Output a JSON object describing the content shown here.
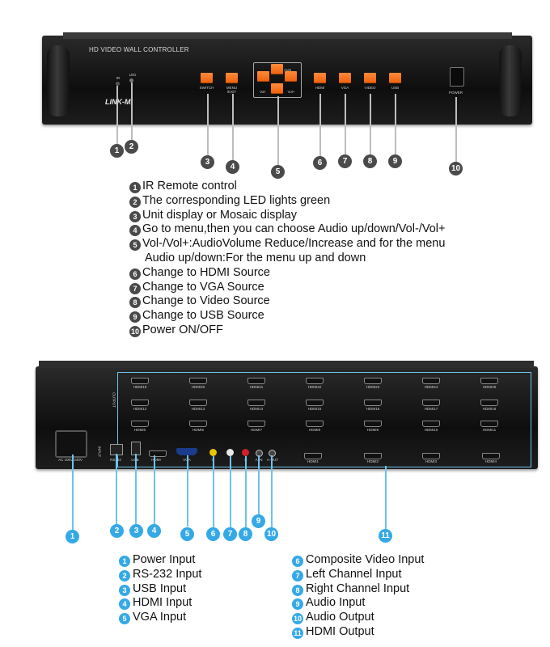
{
  "front_panel": {
    "title": "HD VIDEO WALL CONTROLLER",
    "brand": "LINK-MI",
    "ir_label": "IR",
    "led_label": "LED",
    "buttons": {
      "switch": "SWITCH",
      "menu": "MENU /EXIT",
      "auto": "Auto",
      "vol_minus": "Vol-",
      "vol_plus": "Vol+",
      "hdmi": "HDMI",
      "vga": "VGA",
      "video": "VIDEO",
      "usb": "USB",
      "power": "POWER"
    },
    "callouts": [
      "1",
      "2",
      "3",
      "4",
      "5",
      "6",
      "7",
      "8",
      "9",
      "10"
    ],
    "legend": [
      {
        "n": "1",
        "text": "IR Remote control"
      },
      {
        "n": "2",
        "text": "The corresponding LED lights green"
      },
      {
        "n": "3",
        "text": "Unit display or Mosaic display"
      },
      {
        "n": "4",
        "text": "Go to menu,then you can choose Audio up/down/Vol-/Vol+"
      },
      {
        "n": "5",
        "text": "Vol-/Vol+:AudioVolume Reduce/Increase and for the menu"
      },
      {
        "n": "",
        "text": "Audio up/down:For the menu up and down"
      },
      {
        "n": "6",
        "text": "Change to HDMI Source"
      },
      {
        "n": "7",
        "text": "Change to VGA Source"
      },
      {
        "n": "8",
        "text": "Change to Video Source"
      },
      {
        "n": "9",
        "text": "Change to USB Source"
      },
      {
        "n": "10",
        "text": "Power ON/OFF"
      }
    ]
  },
  "rear_panel": {
    "output_label": "OUTPUT",
    "input_label": "INPUT",
    "power_label": "AC 100V-240V",
    "port_labels": {
      "rs232": "RS232",
      "usb": "USB",
      "hdmi": "HDMI",
      "vga": "VGA",
      "v": "V",
      "l": "L",
      "r": "R",
      "a_in": "A-IN",
      "a_out": "A-OUT"
    },
    "hdmi_outputs_row1": [
      "HDMI19",
      "HDMI20",
      "HDMI21",
      "HDMI22",
      "HDMI23",
      "HDMI24",
      "HDMI25"
    ],
    "hdmi_outputs_row2": [
      "HDMI12",
      "HDMI13",
      "HDMI14",
      "HDMI15",
      "HDMI16",
      "HDMI17",
      "HDMI18"
    ],
    "hdmi_outputs_row3": [
      "HDMI5",
      "HDMI6",
      "HDMI7",
      "HDMI8",
      "HDMI9",
      "HDMI10",
      "HDMI11"
    ],
    "hdmi_outputs_row4": [
      "HDMI1",
      "HDMI2",
      "HDMI3",
      "HDMI4"
    ],
    "callouts": [
      "1",
      "2",
      "3",
      "4",
      "5",
      "6",
      "7",
      "8",
      "9",
      "10",
      "11"
    ],
    "legend_left": [
      {
        "n": "1",
        "text": "Power Input"
      },
      {
        "n": "2",
        "text": "RS-232 Input"
      },
      {
        "n": "3",
        "text": "USB Input"
      },
      {
        "n": "4",
        "text": "HDMI Input"
      },
      {
        "n": "5",
        "text": "VGA Input"
      }
    ],
    "legend_right": [
      {
        "n": "6",
        "text": "Composite Video Input"
      },
      {
        "n": "7",
        "text": "Left Channel Input"
      },
      {
        "n": "8",
        "text": "Right Channel Input"
      },
      {
        "n": "9",
        "text": "Audio Input"
      },
      {
        "n": "10",
        "text": "Audio Output"
      },
      {
        "n": "11",
        "text": "HDMI Output"
      }
    ]
  }
}
